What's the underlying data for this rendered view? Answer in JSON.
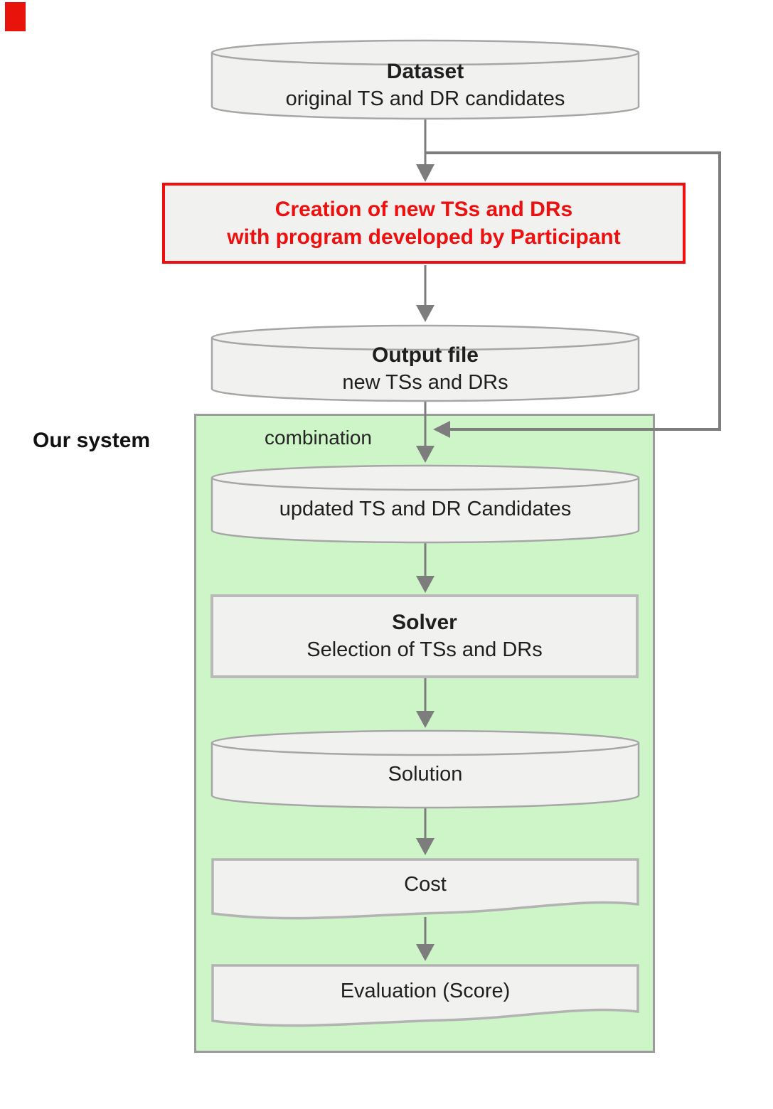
{
  "diagram": {
    "system_label": "Our system",
    "combination_label": "combination",
    "nodes": {
      "dataset": {
        "shape": "cylinder",
        "title": "Dataset",
        "subtitle": "original TS and DR candidates"
      },
      "creation": {
        "shape": "rect-highlight",
        "line1": "Creation of new TSs and DRs",
        "line2": "with program developed by Participant"
      },
      "output_file": {
        "shape": "cylinder",
        "title": "Output file",
        "subtitle": "new TSs and DRs"
      },
      "updated_candidates": {
        "shape": "cylinder",
        "title": "updated TS and DR Candidates"
      },
      "solver": {
        "shape": "rect",
        "title": "Solver",
        "subtitle": "Selection of TSs and DRs"
      },
      "solution": {
        "shape": "cylinder",
        "title": "Solution"
      },
      "cost": {
        "shape": "document",
        "title": "Cost"
      },
      "evaluation": {
        "shape": "document",
        "title": "Evaluation (Score)"
      }
    },
    "colors": {
      "highlight_red": "#ee0f0f",
      "system_fill": "#cdf5c8",
      "system_border": "#9b9b9b",
      "node_fill": "#f1f1f0",
      "node_border": "#a6a6a6",
      "connector_gray": "#7d7d7d",
      "marker_red": "#e8140c"
    }
  }
}
